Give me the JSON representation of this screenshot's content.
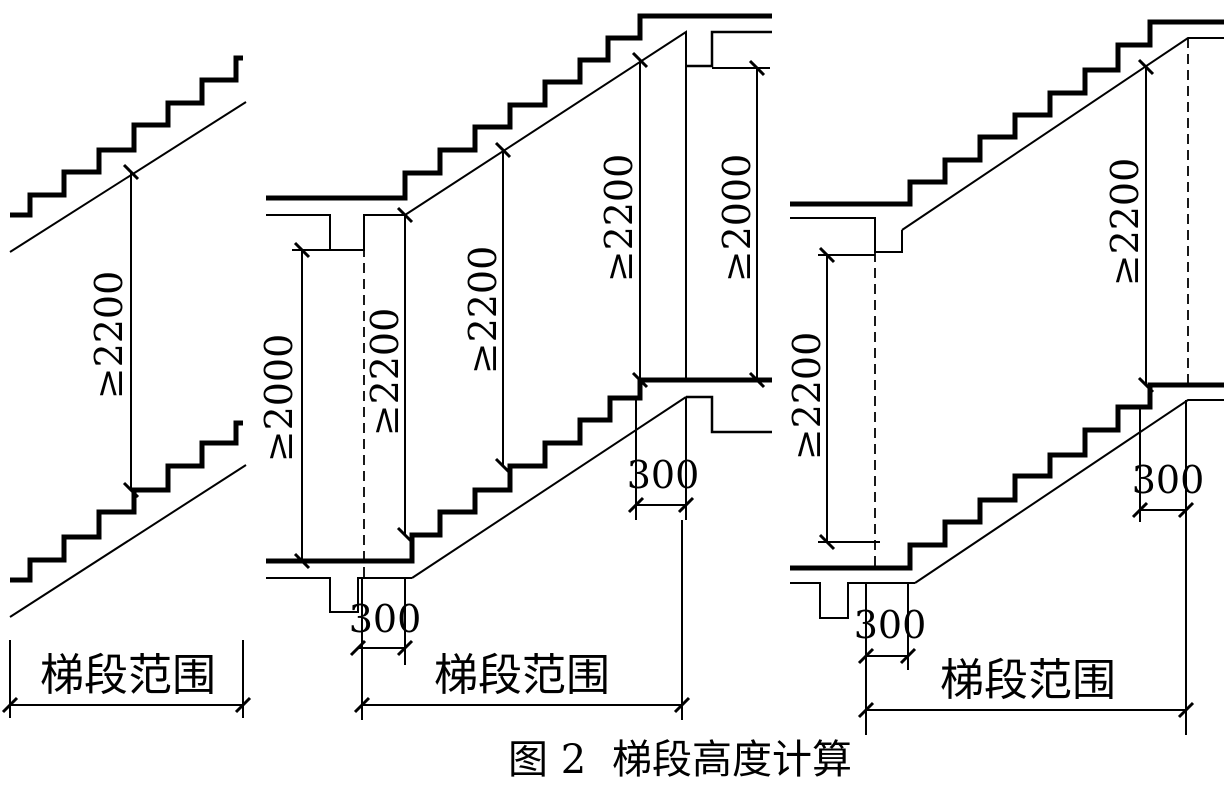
{
  "caption": {
    "figure_no": "图 2",
    "title": "梯段高度计算"
  },
  "panels": [
    {
      "id": "left",
      "range_label": "梯段范围",
      "dims": [
        {
          "text": "≥2200"
        }
      ]
    },
    {
      "id": "middle",
      "range_label": "梯段范围",
      "dims": [
        {
          "text": "≥2000"
        },
        {
          "text": "≥2200"
        },
        {
          "text": "≥2200"
        },
        {
          "text": "≥2200"
        },
        {
          "text": "≥2000"
        },
        {
          "text": "300"
        },
        {
          "text": "300"
        }
      ]
    },
    {
      "id": "right",
      "range_label": "梯段范围",
      "dims": [
        {
          "text": "≥2200"
        },
        {
          "text": "≥2200"
        },
        {
          "text": "300"
        },
        {
          "text": "300"
        }
      ]
    }
  ]
}
